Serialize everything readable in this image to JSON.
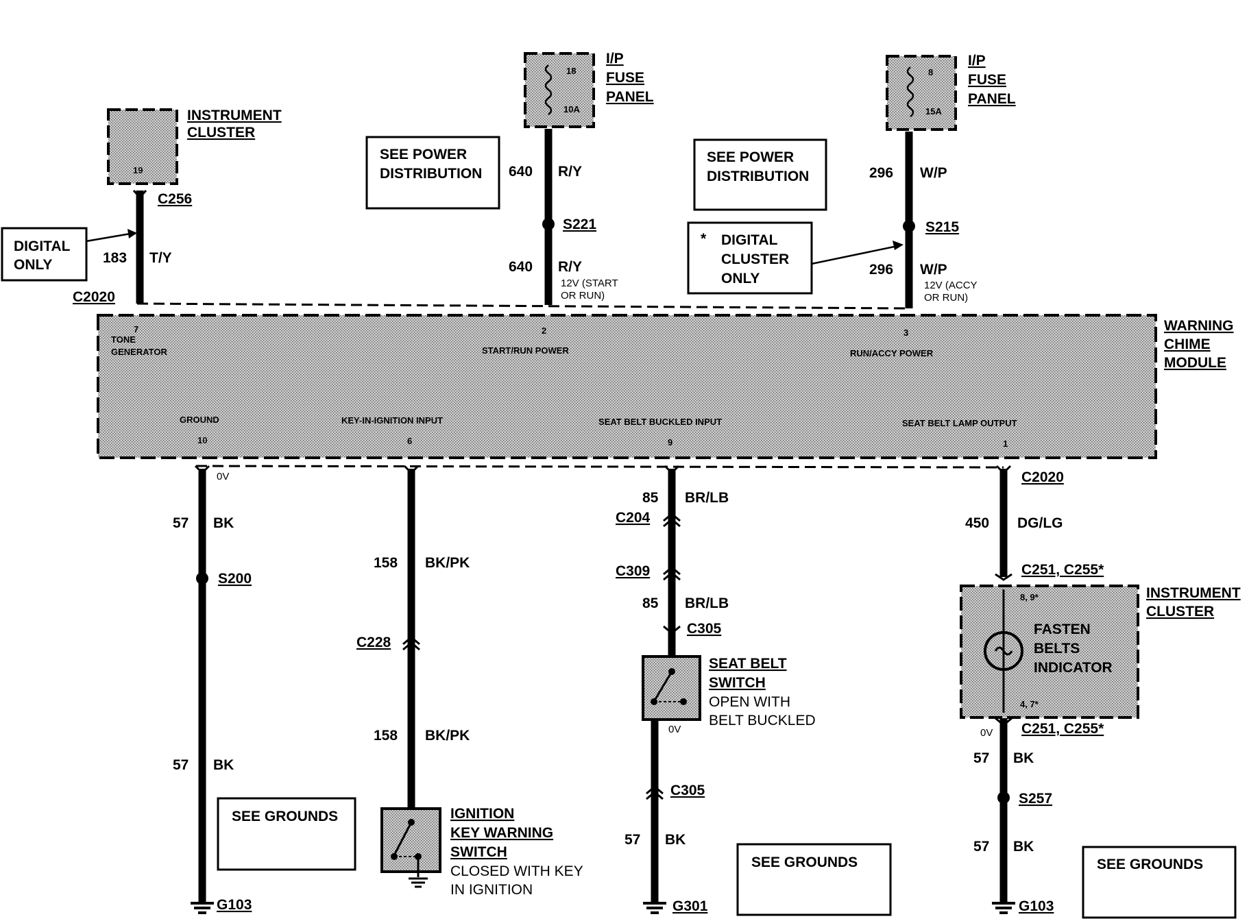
{
  "module": {
    "title_lines": [
      "WARNING",
      "CHIME",
      "MODULE"
    ],
    "pins_top": [
      {
        "num": "7",
        "label_lines": [
          "TONE",
          "GENERATOR"
        ]
      },
      {
        "num": "2",
        "label_lines": [
          "START/RUN POWER"
        ]
      },
      {
        "num": "3",
        "label_lines": [
          "RUN/ACCY POWER"
        ]
      }
    ],
    "pins_bottom": [
      {
        "num": "10",
        "label": "GROUND"
      },
      {
        "num": "6",
        "label": "KEY-IN-IGNITION INPUT"
      },
      {
        "num": "9",
        "label": "SEAT BELT BUCKLED INPUT"
      },
      {
        "num": "1",
        "label": "SEAT BELT LAMP OUTPUT"
      }
    ]
  },
  "top_components": {
    "instrument_cluster": {
      "title_lines": [
        "INSTRUMENT",
        "CLUSTER"
      ],
      "pin": "19",
      "connector": "C256"
    },
    "fuse_panel_1": {
      "title_lines": [
        "I/P",
        "FUSE",
        "PANEL"
      ],
      "fuse": "18",
      "rating": "10A"
    },
    "fuse_panel_2": {
      "title_lines": [
        "I/P",
        "FUSE",
        "PANEL"
      ],
      "fuse": "8",
      "rating": "15A"
    }
  },
  "notes": {
    "see_power_1": [
      "SEE POWER",
      "DISTRIBUTION"
    ],
    "see_power_2": [
      "SEE POWER",
      "DISTRIBUTION"
    ],
    "digital_only": [
      "DIGITAL",
      "ONLY"
    ],
    "digital_cluster_only": [
      "*",
      "DIGITAL",
      "CLUSTER",
      "ONLY"
    ],
    "see_grounds_1": "SEE GROUNDS",
    "see_grounds_2": "SEE GROUNDS",
    "see_grounds_3": "SEE GROUNDS"
  },
  "wires": {
    "w183": {
      "circuit": "183",
      "color": "T/Y",
      "connector_bottom": "C2020"
    },
    "w640a": {
      "circuit": "640",
      "color": "R/Y"
    },
    "s221": "S221",
    "w640b": {
      "circuit": "640",
      "color": "R/Y",
      "voltage_lines": [
        "12V (START",
        "OR RUN)"
      ]
    },
    "w296a": {
      "circuit": "296",
      "color": "W/P"
    },
    "s215": "S215",
    "w296b": {
      "circuit": "296",
      "color": "W/P",
      "voltage_lines": [
        "12V (ACCY",
        "OR RUN)"
      ]
    },
    "ground_branch": {
      "voltage": "0V",
      "circuit": "57",
      "color": "BK",
      "splice": "S200",
      "circuit2": "57",
      "color2": "BK",
      "ground": "G103"
    },
    "key_branch": {
      "circuit": "158",
      "color": "BK/PK",
      "connector": "C228",
      "circuit2": "158",
      "color2": "BK/PK"
    },
    "belt_branch": {
      "circuit": "85",
      "color": "BR/LB",
      "connector1": "C204",
      "connector2": "C309",
      "circuit2": "85",
      "color2": "BR/LB",
      "connector3": "C305",
      "voltage": "0V",
      "connector4": "C305",
      "circuit3": "57",
      "color3": "BK",
      "ground": "G301"
    },
    "lamp_branch": {
      "connector_top": "C2020",
      "circuit": "450",
      "color": "DG/LG",
      "connector_mid": "C251, C255*",
      "voltage": "0V",
      "connector_low": "C251, C255*",
      "circuit2": "57",
      "color2": "BK",
      "splice": "S257",
      "circuit3": "57",
      "color3": "BK",
      "ground": "G103"
    }
  },
  "switches": {
    "ignition_key": {
      "title_lines": [
        "IGNITION",
        "KEY WARNING",
        "SWITCH"
      ],
      "desc_lines": [
        "CLOSED WITH KEY",
        "IN IGNITION"
      ]
    },
    "seat_belt": {
      "title_lines": [
        "SEAT BELT",
        "SWITCH"
      ],
      "desc_lines": [
        "OPEN WITH",
        "BELT BUCKLED"
      ]
    }
  },
  "cluster_lamp": {
    "title_lines": [
      "INSTRUMENT",
      "CLUSTER"
    ],
    "pin_top": "8, 9*",
    "pin_bottom": "4, 7*",
    "indicator_lines": [
      "FASTEN",
      "BELTS",
      "INDICATOR"
    ]
  }
}
